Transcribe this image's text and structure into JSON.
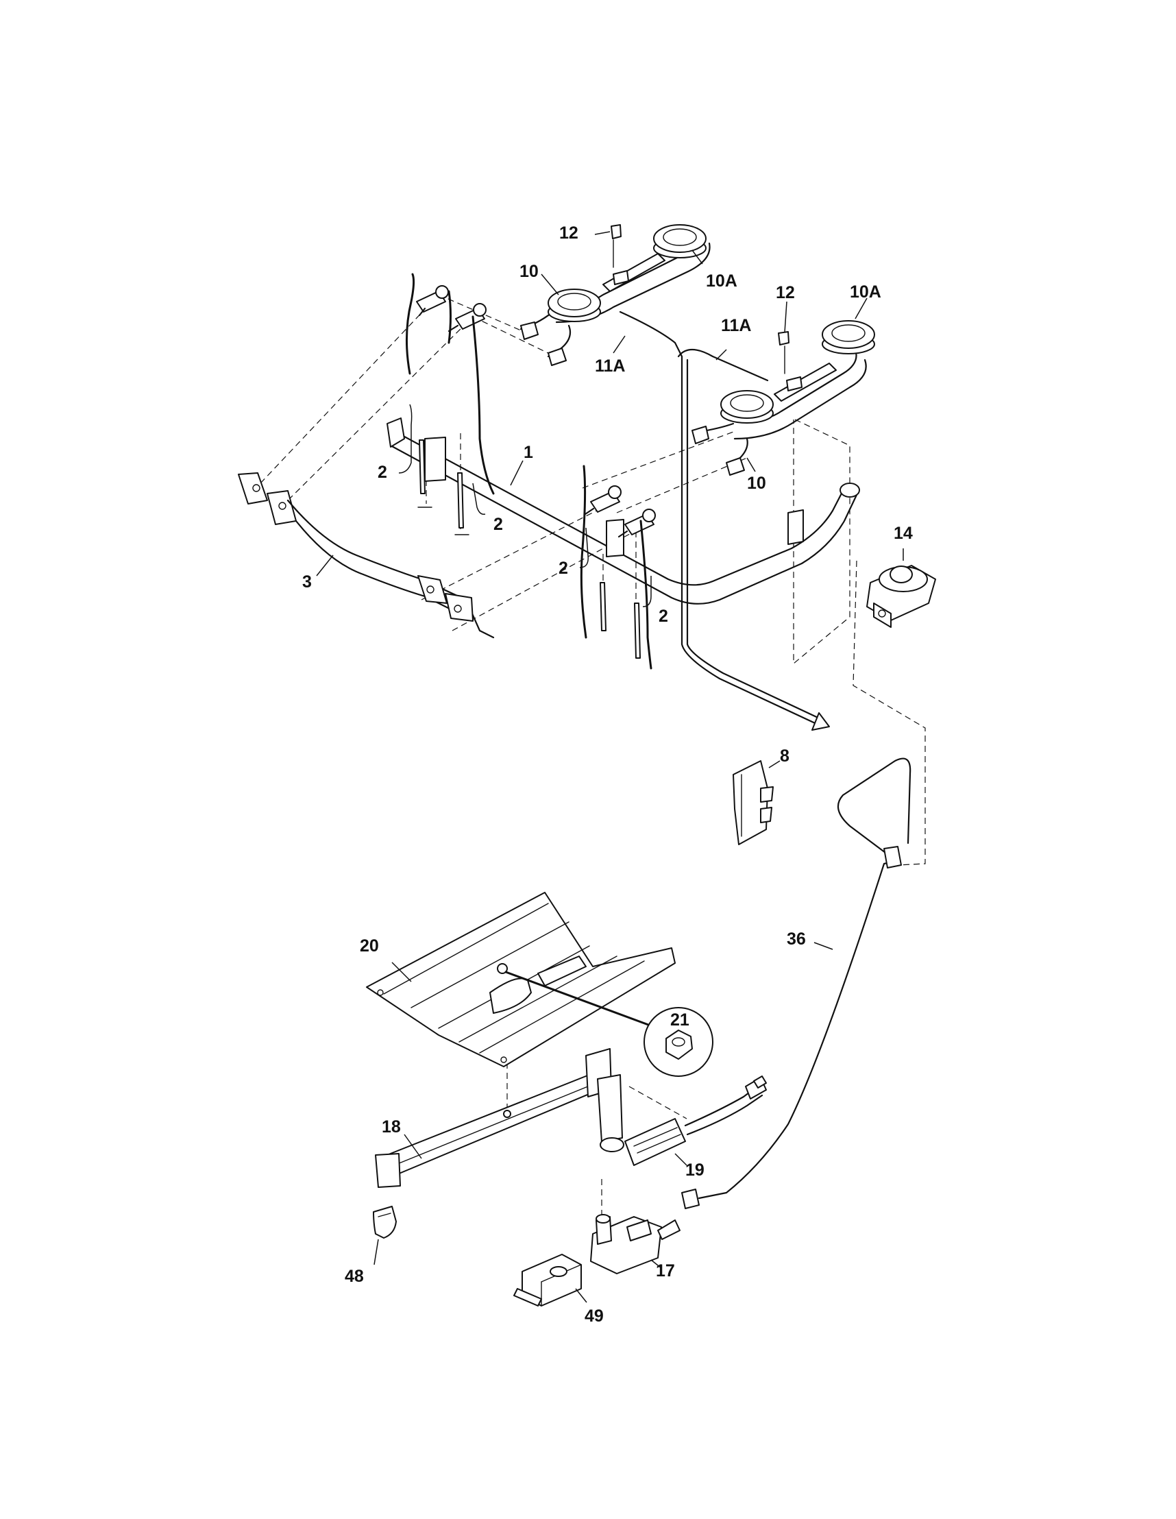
{
  "diagram": {
    "callouts": {
      "c1": "1",
      "c2a": "2",
      "c2b": "2",
      "c2c": "2",
      "c2d": "2",
      "c3": "3",
      "c8": "8",
      "c10a": "10",
      "c10b": "10",
      "c10Aa": "10A",
      "c10Ab": "10A",
      "c11Aa": "11A",
      "c11Ab": "11A",
      "c12a": "12",
      "c12b": "12",
      "c14": "14",
      "c17": "17",
      "c18": "18",
      "c19": "19",
      "c20": "20",
      "c21": "21",
      "c36": "36",
      "c48": "48",
      "c49": "49"
    }
  }
}
